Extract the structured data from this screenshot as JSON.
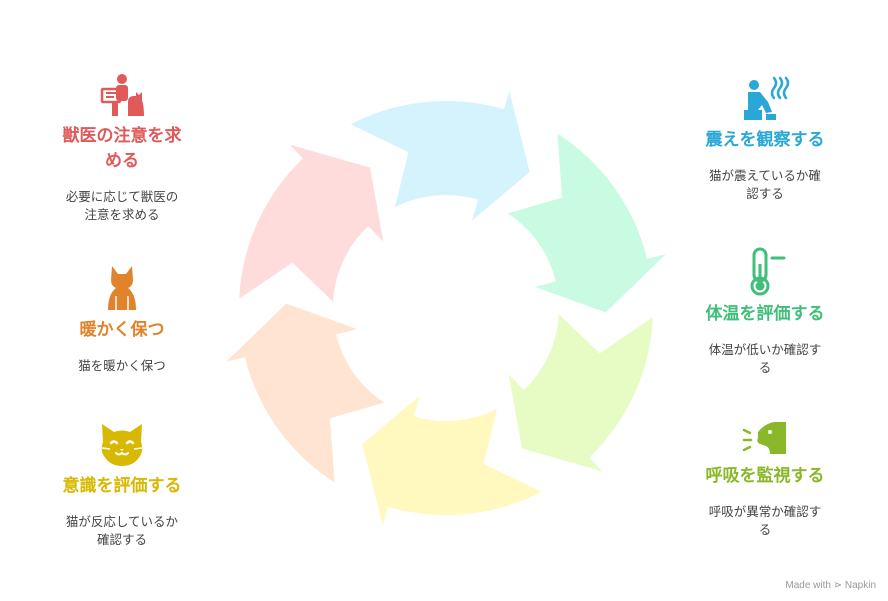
{
  "steps": [
    {
      "title": "震えを観察する",
      "desc": "猫が震えているか確\n認する",
      "color": "#29a8d8",
      "fill": "#d4f3fc",
      "icon": "person-shivering-icon"
    },
    {
      "title": "体温を評価する",
      "desc": "体温が低いか確認す\nる",
      "color": "#3fbf7a",
      "fill": "#c9fbe3",
      "icon": "thermometer-icon"
    },
    {
      "title": "呼吸を監視する",
      "desc": "呼吸が異常か確認す\nる",
      "color": "#8bb82a",
      "fill": "#e6fcc4",
      "icon": "breathing-icon"
    },
    {
      "title": "意識を評価する",
      "desc": "猫が反応しているか\n確認する",
      "color": "#d8b800",
      "fill": "#fff8bf",
      "icon": "cat-face-icon"
    },
    {
      "title": "暖かく保つ",
      "desc": "猫を暖かく保つ",
      "color": "#e0832a",
      "fill": "#ffe4d1",
      "icon": "sitting-cat-icon"
    },
    {
      "title": "獣医の注意を求\nめる",
      "desc": "必要に応じて獣医の\n注意を求める",
      "color": "#e05a5a",
      "fill": "#ffdcdc",
      "icon": "vet-person-cat-icon"
    }
  ],
  "footer": "Made with ⋗ Napkin"
}
